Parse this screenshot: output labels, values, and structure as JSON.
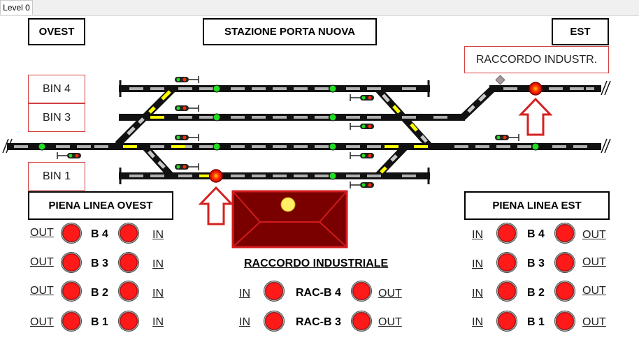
{
  "tab": {
    "label": "Level 0"
  },
  "header": {
    "west": "OVEST",
    "station": "STAZIONE PORTA NUOVA",
    "east": "EST",
    "siding": "RACCORDO INDUSTR."
  },
  "tracks": {
    "bin4": "BIN 4",
    "bin3": "BIN 3",
    "bin1": "BIN 1"
  },
  "panels": {
    "west_title": "PIENA LINEA OVEST",
    "east_title": "PIENA LINEA EST",
    "center_title": "RACCORDO INDUSTRIALE"
  },
  "west_rows": [
    {
      "out": "OUT",
      "label": "B 4",
      "in": "IN"
    },
    {
      "out": "OUT",
      "label": "B 3",
      "in": "IN"
    },
    {
      "out": "OUT",
      "label": "B 2",
      "in": "IN"
    },
    {
      "out": "OUT",
      "label": "B 1",
      "in": "IN"
    }
  ],
  "center_rows": [
    {
      "in": "IN",
      "label": "RAC-B 4",
      "out": "OUT"
    },
    {
      "in": "IN",
      "label": "RAC-B 3",
      "out": "OUT"
    }
  ],
  "east_rows": [
    {
      "in": "IN",
      "label": "B 4",
      "out": "OUT"
    },
    {
      "in": "IN",
      "label": "B 3",
      "out": "OUT"
    },
    {
      "in": "IN",
      "label": "B 2",
      "out": "OUT"
    },
    {
      "in": "IN",
      "label": "B 1",
      "out": "OUT"
    }
  ],
  "colors": {
    "track": "#111111",
    "segment": "#b0b0b0",
    "switch_active": "#ffff00",
    "occupied": "#ff2a00",
    "free": "#22dd22",
    "warehouse": "#7a0000",
    "arrow": "#d62020"
  }
}
